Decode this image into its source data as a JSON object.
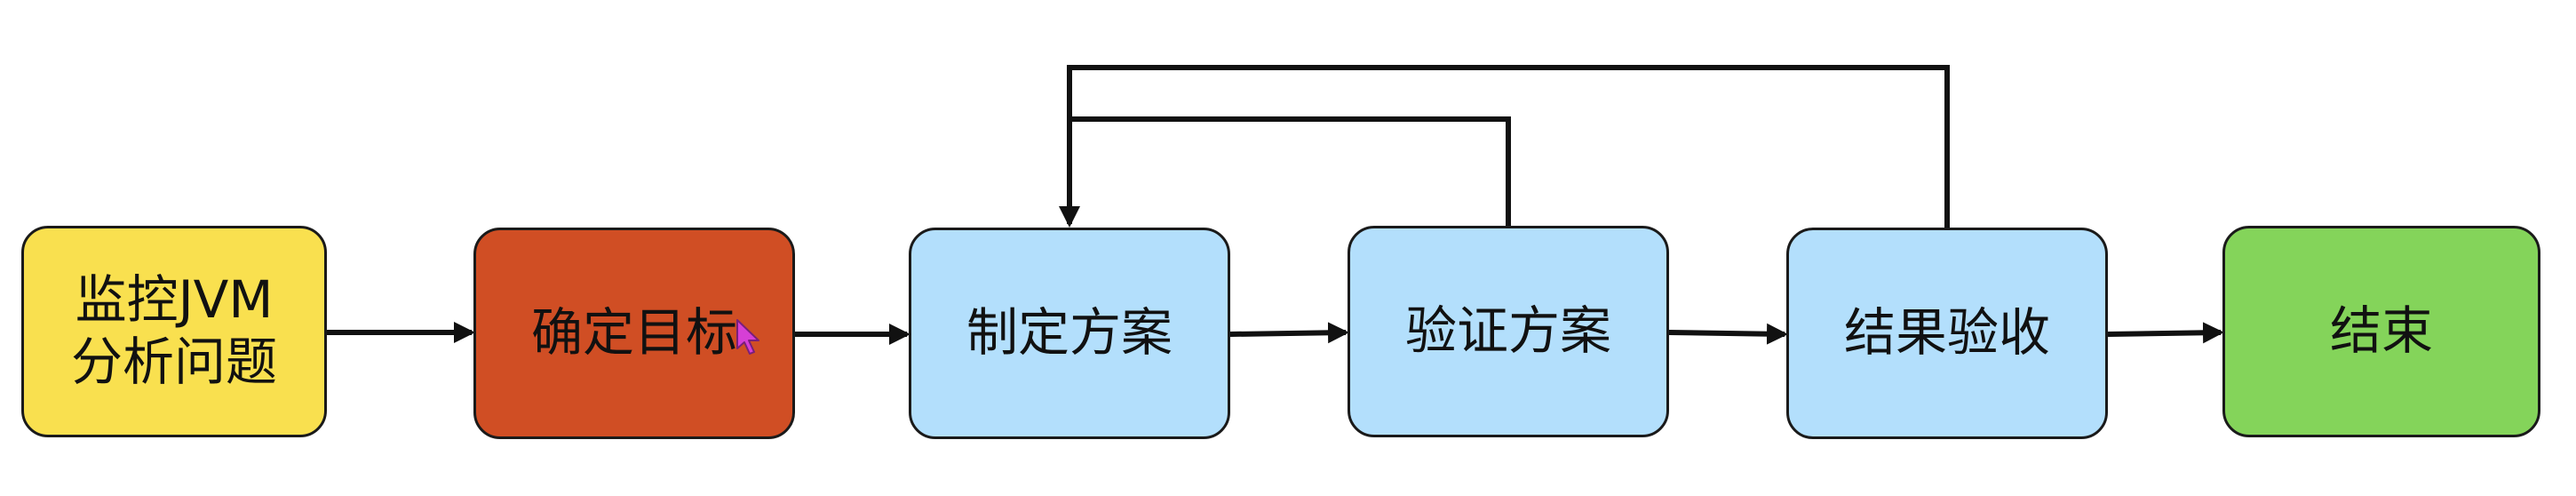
{
  "nodes": {
    "monitor": {
      "label": "监控JVM\n分析问题",
      "color": "#f9e04f"
    },
    "target": {
      "label": "确定目标",
      "color": "#d04e24"
    },
    "plan": {
      "label": "制定方案",
      "color": "#b3dffc"
    },
    "verify": {
      "label": "验证方案",
      "color": "#b3dffc"
    },
    "accept": {
      "label": "结果验收",
      "color": "#b3dffc"
    },
    "end": {
      "label": "结束",
      "color": "#84d45a"
    }
  },
  "edges": [
    {
      "from": "monitor",
      "to": "target"
    },
    {
      "from": "target",
      "to": "plan"
    },
    {
      "from": "plan",
      "to": "verify"
    },
    {
      "from": "verify",
      "to": "accept"
    },
    {
      "from": "accept",
      "to": "end"
    },
    {
      "from": "verify",
      "to": "plan",
      "kind": "feedback"
    },
    {
      "from": "accept",
      "to": "plan",
      "kind": "feedback"
    }
  ],
  "line_color": "#111111",
  "cursor_color": "#d63fd6"
}
